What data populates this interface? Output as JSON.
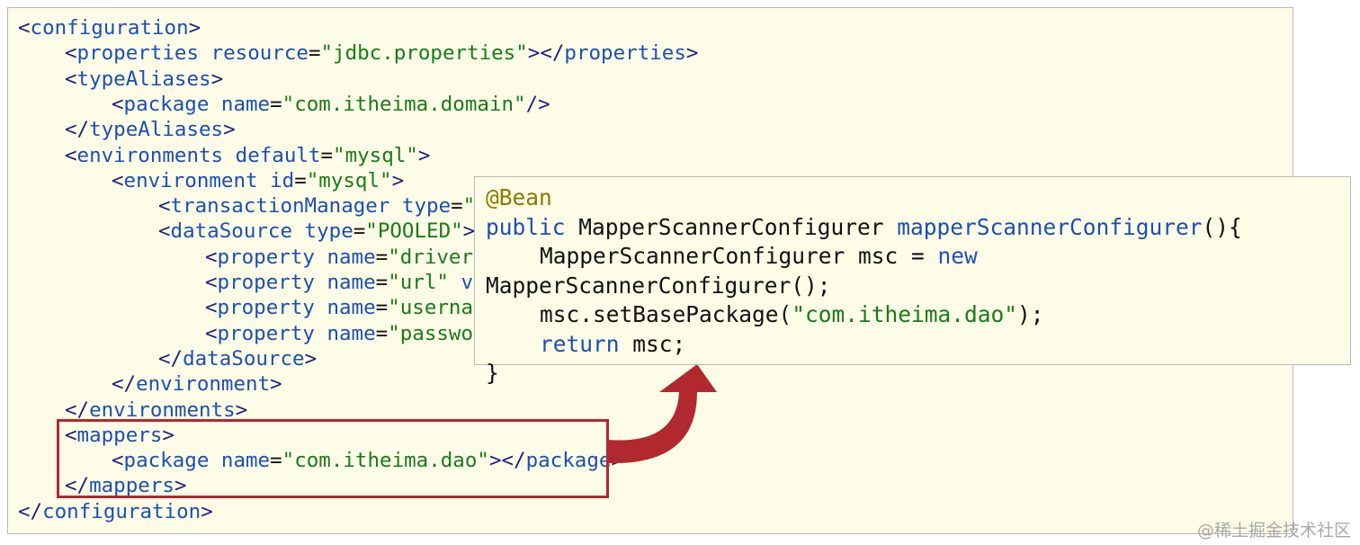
{
  "xml_config": {
    "lines": [
      {
        "indent": 0,
        "tokens": [
          {
            "t": "<",
            "c": "tag"
          },
          {
            "t": "configuration",
            "c": "elem"
          },
          {
            "t": ">",
            "c": "tag"
          }
        ]
      },
      {
        "indent": 1,
        "tokens": [
          {
            "t": "<",
            "c": "tag"
          },
          {
            "t": "properties",
            "c": "elem"
          },
          {
            "t": " resource",
            "c": "attr"
          },
          {
            "t": "=",
            "c": "plain"
          },
          {
            "t": "\"jdbc.properties\"",
            "c": "str"
          },
          {
            "t": "></",
            "c": "tag"
          },
          {
            "t": "properties",
            "c": "elem"
          },
          {
            "t": ">",
            "c": "tag"
          }
        ]
      },
      {
        "indent": 1,
        "tokens": [
          {
            "t": "<",
            "c": "tag"
          },
          {
            "t": "typeAliases",
            "c": "elem"
          },
          {
            "t": ">",
            "c": "tag"
          }
        ]
      },
      {
        "indent": 2,
        "tokens": [
          {
            "t": "<",
            "c": "tag"
          },
          {
            "t": "package",
            "c": "elem"
          },
          {
            "t": " name",
            "c": "attr"
          },
          {
            "t": "=",
            "c": "plain"
          },
          {
            "t": "\"com.itheima.domain\"",
            "c": "str"
          },
          {
            "t": "/>",
            "c": "tag"
          }
        ]
      },
      {
        "indent": 1,
        "tokens": [
          {
            "t": "</",
            "c": "tag"
          },
          {
            "t": "typeAliases",
            "c": "elem"
          },
          {
            "t": ">",
            "c": "tag"
          }
        ]
      },
      {
        "indent": 1,
        "tokens": [
          {
            "t": "<",
            "c": "tag"
          },
          {
            "t": "environments",
            "c": "elem"
          },
          {
            "t": " default",
            "c": "attr"
          },
          {
            "t": "=",
            "c": "plain"
          },
          {
            "t": "\"mysql\"",
            "c": "str"
          },
          {
            "t": ">",
            "c": "tag"
          }
        ]
      },
      {
        "indent": 2,
        "tokens": [
          {
            "t": "<",
            "c": "tag"
          },
          {
            "t": "environment",
            "c": "elem"
          },
          {
            "t": " id",
            "c": "attr"
          },
          {
            "t": "=",
            "c": "plain"
          },
          {
            "t": "\"mysql\"",
            "c": "str"
          },
          {
            "t": ">",
            "c": "tag"
          }
        ]
      },
      {
        "indent": 3,
        "tokens": [
          {
            "t": "<",
            "c": "tag"
          },
          {
            "t": "transactionManager",
            "c": "elem"
          },
          {
            "t": " type",
            "c": "attr"
          },
          {
            "t": "=",
            "c": "plain"
          },
          {
            "t": "\"J",
            "c": "str"
          }
        ]
      },
      {
        "indent": 3,
        "tokens": [
          {
            "t": "<",
            "c": "tag"
          },
          {
            "t": "dataSource",
            "c": "elem"
          },
          {
            "t": " type",
            "c": "attr"
          },
          {
            "t": "=",
            "c": "plain"
          },
          {
            "t": "\"POOLED\"",
            "c": "str"
          },
          {
            "t": ">",
            "c": "tag"
          }
        ]
      },
      {
        "indent": 4,
        "tokens": [
          {
            "t": "<",
            "c": "tag"
          },
          {
            "t": "property",
            "c": "elem"
          },
          {
            "t": " name",
            "c": "attr"
          },
          {
            "t": "=",
            "c": "plain"
          },
          {
            "t": "\"driver\"",
            "c": "str"
          }
        ]
      },
      {
        "indent": 4,
        "tokens": [
          {
            "t": "<",
            "c": "tag"
          },
          {
            "t": "property",
            "c": "elem"
          },
          {
            "t": " name",
            "c": "attr"
          },
          {
            "t": "=",
            "c": "plain"
          },
          {
            "t": "\"url\"",
            "c": "str"
          },
          {
            "t": " va",
            "c": "attr"
          }
        ]
      },
      {
        "indent": 4,
        "tokens": [
          {
            "t": "<",
            "c": "tag"
          },
          {
            "t": "property",
            "c": "elem"
          },
          {
            "t": " name",
            "c": "attr"
          },
          {
            "t": "=",
            "c": "plain"
          },
          {
            "t": "\"usernam",
            "c": "str"
          }
        ]
      },
      {
        "indent": 4,
        "tokens": [
          {
            "t": "<",
            "c": "tag"
          },
          {
            "t": "property",
            "c": "elem"
          },
          {
            "t": " name",
            "c": "attr"
          },
          {
            "t": "=",
            "c": "plain"
          },
          {
            "t": "\"passwor",
            "c": "str"
          }
        ]
      },
      {
        "indent": 3,
        "tokens": [
          {
            "t": "</",
            "c": "tag"
          },
          {
            "t": "dataSource",
            "c": "elem"
          },
          {
            "t": ">",
            "c": "tag"
          }
        ]
      },
      {
        "indent": 2,
        "tokens": [
          {
            "t": "</",
            "c": "tag"
          },
          {
            "t": "environment",
            "c": "elem"
          },
          {
            "t": ">",
            "c": "tag"
          }
        ]
      },
      {
        "indent": 1,
        "tokens": [
          {
            "t": "</",
            "c": "tag"
          },
          {
            "t": "environments",
            "c": "elem"
          },
          {
            "t": ">",
            "c": "tag"
          }
        ]
      },
      {
        "indent": 1,
        "tokens": [
          {
            "t": "<",
            "c": "tag"
          },
          {
            "t": "mappers",
            "c": "elem"
          },
          {
            "t": ">",
            "c": "tag"
          }
        ]
      },
      {
        "indent": 2,
        "tokens": [
          {
            "t": "<",
            "c": "tag"
          },
          {
            "t": "package",
            "c": "elem"
          },
          {
            "t": " name",
            "c": "attr"
          },
          {
            "t": "=",
            "c": "plain"
          },
          {
            "t": "\"com.itheima.dao\"",
            "c": "str"
          },
          {
            "t": "></",
            "c": "tag"
          },
          {
            "t": "package",
            "c": "elem"
          },
          {
            "t": ">",
            "c": "tag"
          }
        ]
      },
      {
        "indent": 1,
        "tokens": [
          {
            "t": "</",
            "c": "tag"
          },
          {
            "t": "mappers",
            "c": "elem"
          },
          {
            "t": ">",
            "c": "tag"
          }
        ]
      },
      {
        "indent": 0,
        "tokens": [
          {
            "t": "</",
            "c": "tag"
          },
          {
            "t": "configuration",
            "c": "elem"
          },
          {
            "t": ">",
            "c": "tag"
          }
        ]
      }
    ]
  },
  "java_config": {
    "lines": [
      {
        "indent": 0,
        "tokens": [
          {
            "t": "@Bean",
            "c": "ann"
          }
        ]
      },
      {
        "indent": 0,
        "tokens": [
          {
            "t": "public",
            "c": "kw"
          },
          {
            "t": " MapperScannerConfigurer ",
            "c": "plain"
          },
          {
            "t": "mapperScannerConfigurer",
            "c": "kw"
          },
          {
            "t": "(){",
            "c": "plain"
          }
        ]
      },
      {
        "indent": 1,
        "tokens": [
          {
            "t": "MapperScannerConfigurer msc = ",
            "c": "plain"
          },
          {
            "t": "new",
            "c": "kw"
          }
        ]
      },
      {
        "indent": 0,
        "tokens": [
          {
            "t": "MapperScannerConfigurer();",
            "c": "plain"
          }
        ]
      },
      {
        "indent": 1,
        "tokens": [
          {
            "t": "msc.setBasePackage(",
            "c": "plain"
          },
          {
            "t": "\"com.itheima.dao\"",
            "c": "str"
          },
          {
            "t": ");",
            "c": "plain"
          }
        ]
      },
      {
        "indent": 1,
        "tokens": [
          {
            "t": "return",
            "c": "kw"
          },
          {
            "t": " msc;",
            "c": "plain"
          }
        ]
      },
      {
        "indent": 0,
        "tokens": [
          {
            "t": "}",
            "c": "plain"
          }
        ]
      }
    ]
  },
  "colors": {
    "highlight_border": "#b1292f",
    "arrow_fill": "#b1292f",
    "code_background": "#fdfde7"
  },
  "watermark": "@稀土掘金技术社区"
}
